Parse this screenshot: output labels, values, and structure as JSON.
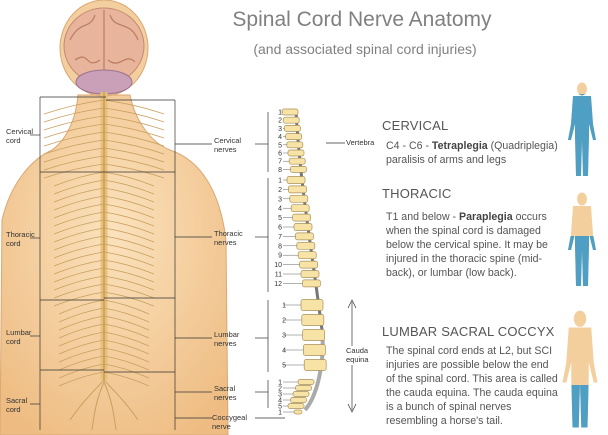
{
  "title": "Spinal Cord Nerve Anatomy",
  "subtitle": "(and associated spinal cord injuries)",
  "sections": {
    "cervical": {
      "heading": "CERVICAL",
      "range": "C4 - C6 - ",
      "term": "Tetraplegia",
      "rest": " (Quadriplegia) paralisis of arms and legs"
    },
    "thoracic": {
      "heading": "THORACIC",
      "range": "T1 and below - ",
      "term": "Paraplegia",
      "rest": " occurs when the spinal cord is damaged below the cervical spine. It may be injured in the thoracic spine (mid-back), or lumbar (low back)."
    },
    "lumbar": {
      "heading": "LUMBAR SACRAL COCCYX",
      "text": "The spinal cord ends at L2, but SCI injuries are possible below the end of the spinal cord. This area is called the cauda equina. The cauda equina is a bunch of spinal nerves resembling a horse's tail."
    }
  },
  "cord_labels": {
    "cervical": [
      "Cervical",
      "cord"
    ],
    "thoracic": [
      "Thoracic",
      "cord"
    ],
    "lumbar": [
      "Lumbar",
      "cord"
    ],
    "sacral": [
      "Sacral",
      "cord"
    ]
  },
  "nerve_labels": {
    "cervical": [
      "Cervical",
      "nerves"
    ],
    "thoracic": [
      "Thoracic",
      "nerves"
    ],
    "lumbar": [
      "Lumbar",
      "nerves"
    ],
    "sacral": [
      "Sacral",
      "nerves"
    ],
    "coccygeal": [
      "Coccygeal",
      "nerve"
    ]
  },
  "vertebra_label": "Vertebra",
  "cauda_label": [
    "Cauda",
    "equina"
  ],
  "vertebra_numbers": {
    "cervical": [
      "1",
      "2",
      "3",
      "4",
      "5",
      "6",
      "7",
      "8"
    ],
    "thoracic": [
      "1",
      "2",
      "3",
      "4",
      "5",
      "6",
      "7",
      "8",
      "9",
      "10",
      "11",
      "12"
    ],
    "lumbar": [
      "1",
      "2",
      "3",
      "4",
      "5"
    ],
    "sacral": [
      "1",
      "2",
      "3",
      "4",
      "5"
    ],
    "coccygeal": [
      "1"
    ]
  },
  "colors": {
    "skin": "#f4cf9e",
    "cervical_highlight": "#4f9fc4",
    "thoracic_highlight": "#4f9fc4",
    "lumbar_highlight": "#4f9fc4",
    "vertebra": "#f7e3a5",
    "brain": "#e8b49c"
  }
}
